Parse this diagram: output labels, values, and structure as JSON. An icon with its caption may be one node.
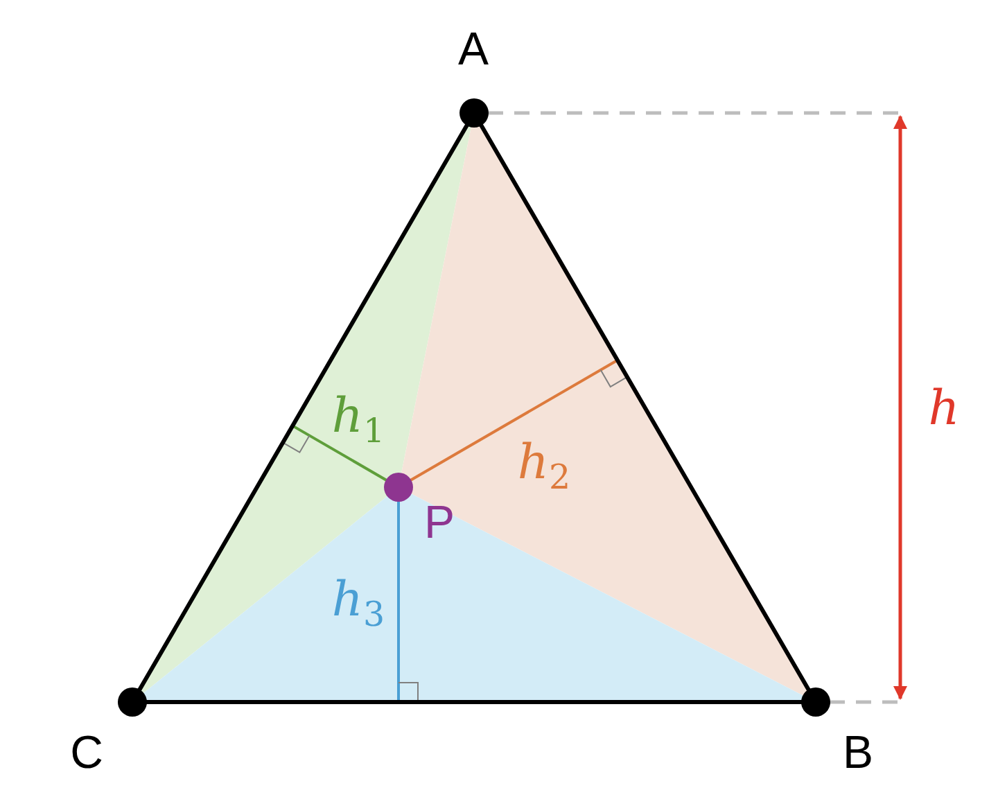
{
  "diagram": {
    "labels": [
      "A",
      "*h*$_{1}$",
      "*h*$_{2}$",
      "h",
      "P",
      "*h*$_{3}$",
      "C",
      "B"
    ]
  }
}
